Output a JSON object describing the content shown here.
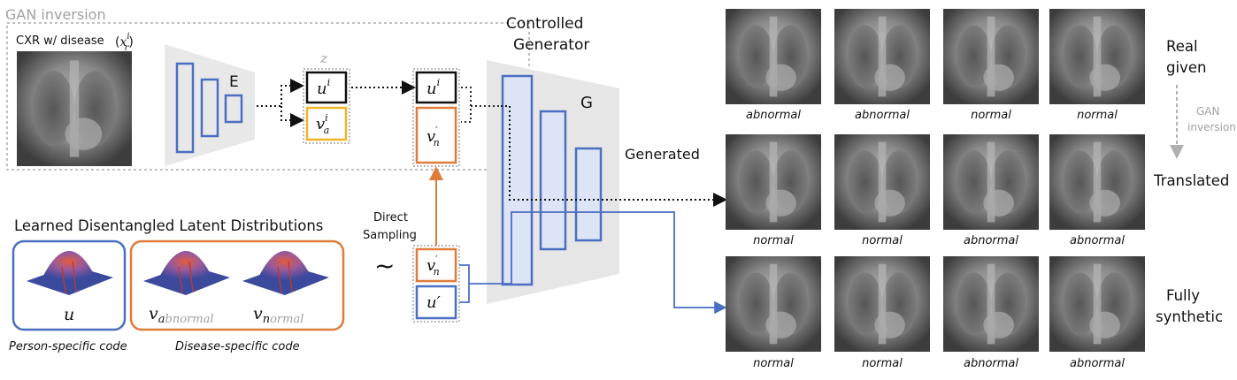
{
  "gan_inversion": {
    "title": "GAN inversion",
    "input_label": "CXR w/ disease",
    "input_symbol": "x",
    "input_symbol_sup": "i",
    "input_symbol_sub": "r",
    "encoder_label": "E"
  },
  "latent": {
    "z_label": "z",
    "u_i": "u",
    "u_i_sup": "i",
    "v_a_i": "v",
    "v_a_sub": "a",
    "v_a_sup": "i",
    "v_n": "v",
    "v_n_sub": "n",
    "v_n_prime": "′",
    "u_prime": "u′",
    "u_i2": "u",
    "u_i2_sup": "i"
  },
  "generator": {
    "title_line1": "Controlled",
    "title_line2": "Generator",
    "label": "G",
    "generated_label": "Generated"
  },
  "distributions": {
    "title": "Learned Disentangled Latent Distributions",
    "u_label": "u",
    "v_abnormal_main": "v",
    "v_abnormal_sub_a": "a",
    "v_abnormal_sub_rest": "bnormal",
    "v_normal_main": "v",
    "v_normal_sub_n": "n",
    "v_normal_sub_rest": "ormal",
    "person_caption": "Person-specific code",
    "disease_caption": "Disease-specific code"
  },
  "sampling": {
    "line1": "Direct",
    "line2": "Sampling",
    "tilde": "~"
  },
  "rows": {
    "real": {
      "line1": "Real",
      "line2": "given"
    },
    "gan_inversion_line1": "GAN",
    "gan_inversion_line2": "inversion",
    "translated": "Translated",
    "synthetic": {
      "line1": "Fully",
      "line2": "synthetic"
    }
  },
  "captions": {
    "row1": [
      "abnormal",
      "abnormal",
      "normal",
      "normal"
    ],
    "row2": [
      "normal",
      "normal",
      "abnormal",
      "abnormal"
    ],
    "row3": [
      "normal",
      "normal",
      "abnormal",
      "abnormal"
    ]
  },
  "colors": {
    "blue": "#4a6fc2",
    "orange": "#e07b39",
    "gold": "#f0b429",
    "gray_text": "#a0a0a0",
    "black": "#111111"
  }
}
